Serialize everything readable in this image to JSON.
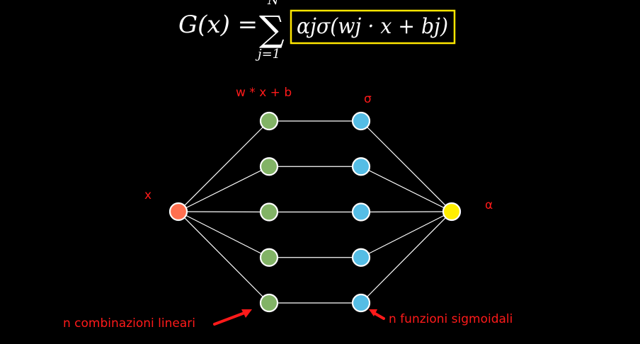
{
  "formula": {
    "lhs": "G(x) =",
    "sum_symbol": "∑",
    "sum_upper": "N",
    "sum_lower": "j=1",
    "term": "αjσ(wj · x + bj)",
    "box_color": "#ffe600"
  },
  "labels": {
    "linear": "w * x + b",
    "sigma": "σ",
    "input": "x",
    "alpha": "α",
    "combinations": "n combinazioni lineari",
    "sigmoids": "n funzioni sigmoidali"
  },
  "network": {
    "hidden_count": 5,
    "colors": {
      "input": "#ff7050",
      "linear": "#82b366",
      "sigmoid": "#55bde5",
      "output": "#ffee00",
      "edges": "#ffffff",
      "annotation": "#ff1a1a"
    }
  }
}
